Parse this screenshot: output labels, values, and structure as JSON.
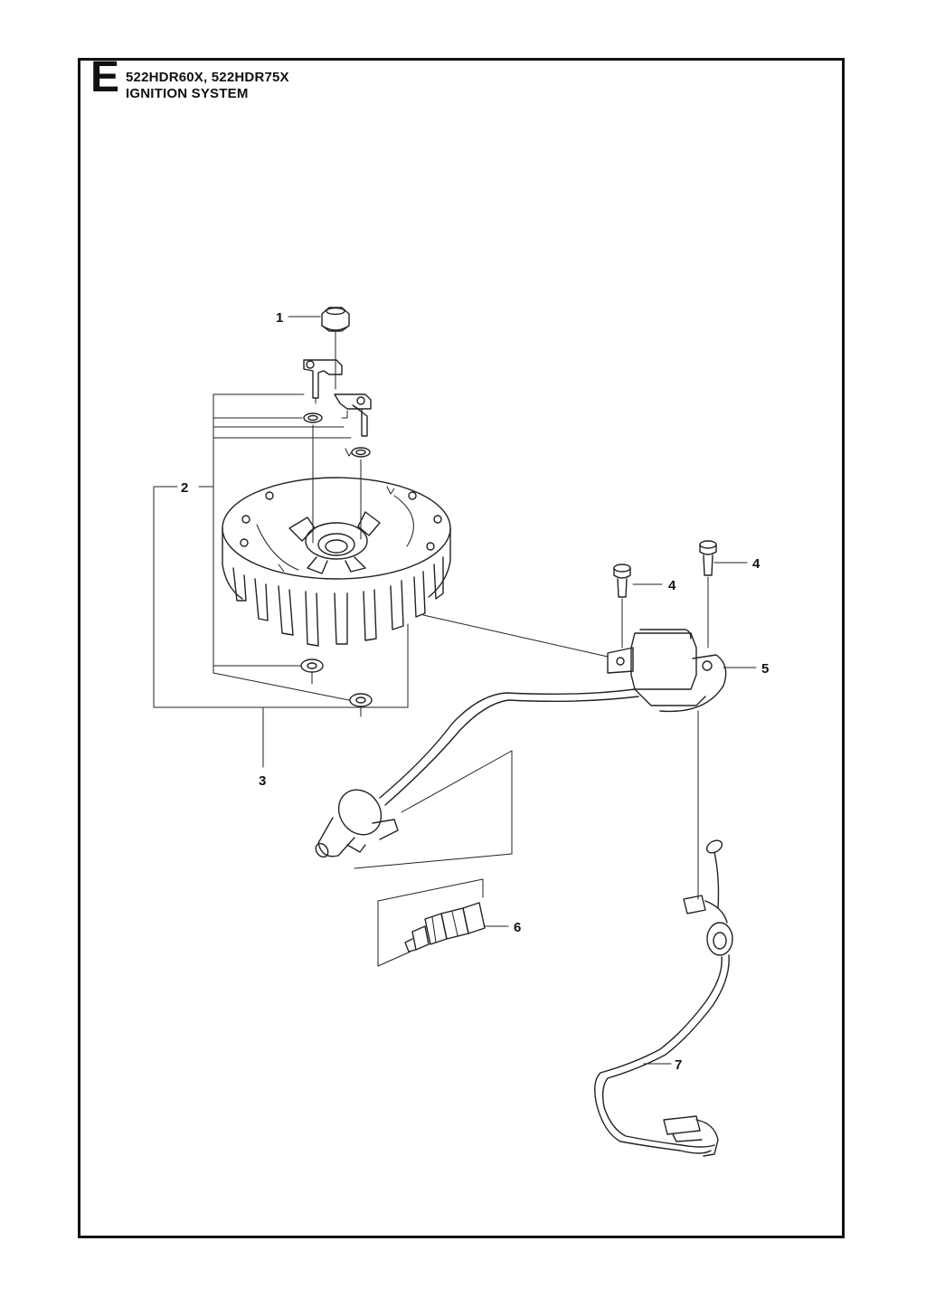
{
  "header": {
    "section_letter": "E",
    "models": "522HDR60X, 522HDR75X",
    "title": "IGNITION SYSTEM"
  },
  "callouts": {
    "c1": "1",
    "c2": "2",
    "c3": "3",
    "c4a": "4",
    "c4b": "4",
    "c5": "5",
    "c6": "6",
    "c7": "7"
  }
}
